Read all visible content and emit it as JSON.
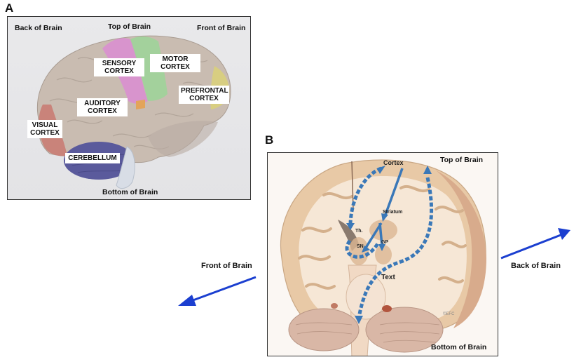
{
  "panel_a": {
    "letter": "A",
    "corners": {
      "back": "Back of Brain",
      "top": "Top of Brain",
      "front": "Front of Brain",
      "bottom": "Bottom of Brain"
    },
    "regions": [
      {
        "id": "sensory",
        "label": "SENSORY CORTEX",
        "color": "#d98fd0"
      },
      {
        "id": "motor",
        "label": "MOTOR CORTEX",
        "color": "#9fd39a"
      },
      {
        "id": "prefrontal",
        "label": "PREFRONTAL CORTEX",
        "color": "#d9cf7c"
      },
      {
        "id": "auditory",
        "label": "AUDITORY CORTEX",
        "color": "#e3a45a"
      },
      {
        "id": "visual",
        "label": "VISUAL CORTEX",
        "color": "#c97c74"
      },
      {
        "id": "cerebellum",
        "label": "CEREBELLUM",
        "color": "#5a5a9c"
      }
    ]
  },
  "panel_b": {
    "letter": "B",
    "corners": {
      "top": "Top of Brain",
      "bottom": "Bottom of Brain"
    },
    "structures": {
      "cortex": "Cortex",
      "striatum": "Striatum",
      "thalamus": "Th.",
      "sn": "SN",
      "gp": "GP",
      "text": "Text"
    },
    "copyright": "©EFC",
    "pathway_color": "#3a78b8"
  },
  "orientation": {
    "front": "Front of Brain",
    "back": "Back of Brain",
    "arrow_color": "#1b3fd0"
  }
}
